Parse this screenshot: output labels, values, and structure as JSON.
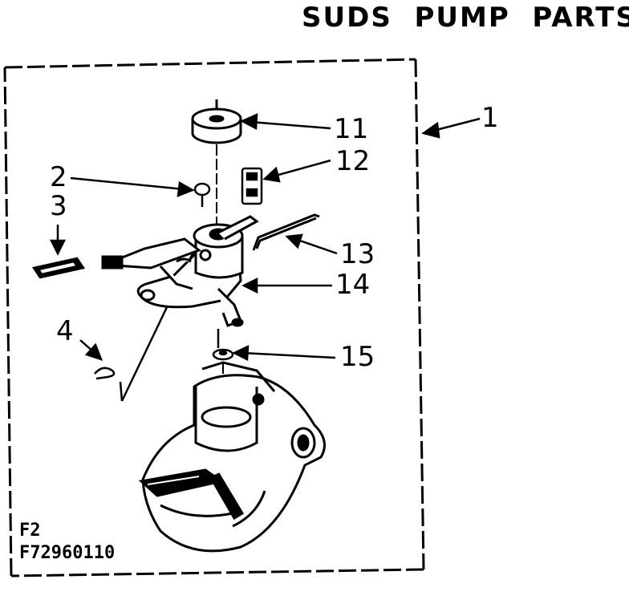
{
  "title": "SUDS  PUMP  PARTS",
  "callouts": [
    "1",
    "2",
    "3",
    "4",
    "11",
    "12",
    "13",
    "14",
    "15"
  ],
  "figure_code": "F2",
  "drawing_number": "F72960110"
}
